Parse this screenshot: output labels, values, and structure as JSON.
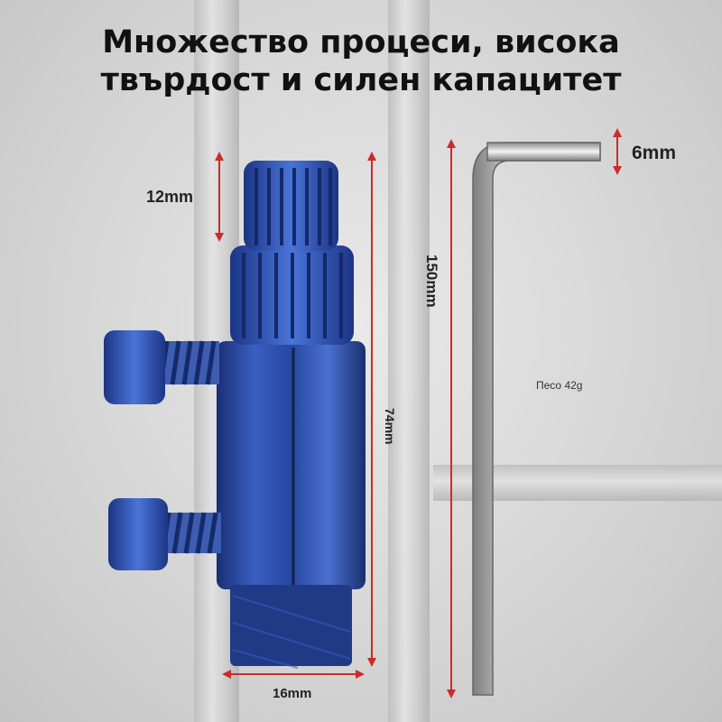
{
  "title": {
    "line1": "Множество процеси, висока",
    "line2": "твърдост и силен капацитет"
  },
  "dimensions": {
    "cap_height": "12mm",
    "key_width": "6mm",
    "key_length": "150mm",
    "body_height": "74mm",
    "base_width": "16mm"
  },
  "weight_label": "Песо 42g",
  "colors": {
    "tool_blue": "#2f4fa3",
    "dimension_red": "#cc2b2b",
    "background_gray": "#d6d6d6"
  }
}
